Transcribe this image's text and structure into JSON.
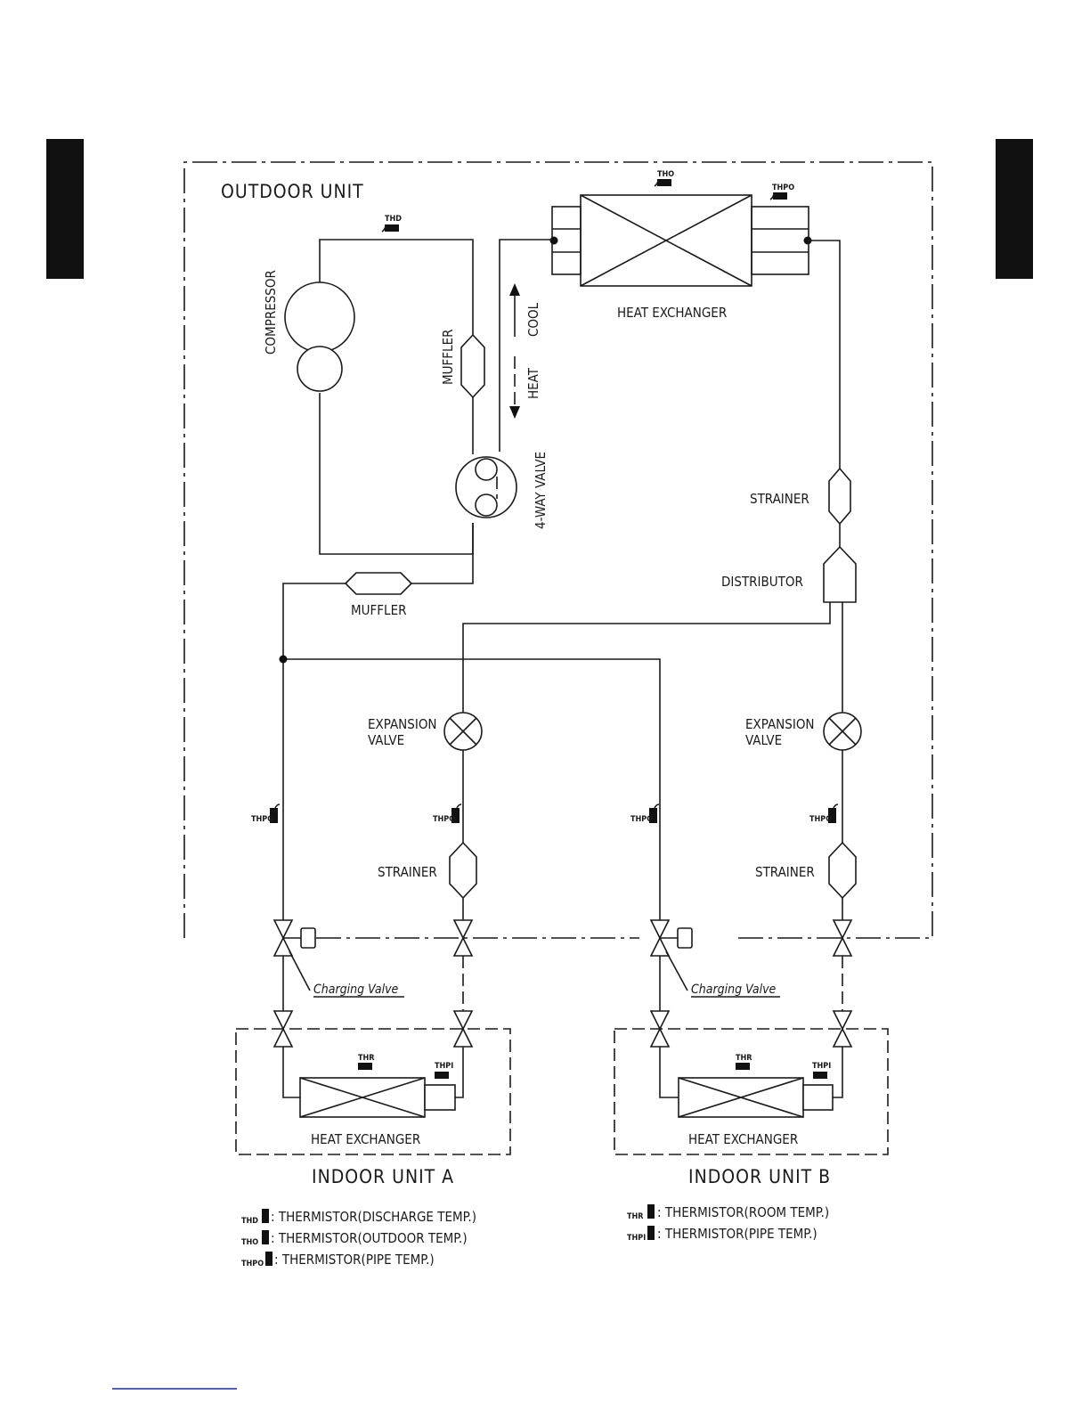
{
  "outdoor_unit": {
    "title": "OUTDOOR UNIT",
    "heat_exchanger_label": "HEAT EXCHANGER",
    "compressor_label": "COMPRESSOR",
    "muffler_top_label": "MUFFLER",
    "muffler_bottom_label": "MUFFLER",
    "four_way_valve_label": "4-WAY VALVE",
    "cool_label": "COOL",
    "heat_label": "HEAT",
    "strainer_top_label": "STRAINER",
    "distributor_label": "DISTRIBUTOR",
    "expansion_valve_a": [
      "EXPANSION",
      "VALVE"
    ],
    "expansion_valve_b": [
      "EXPANSION",
      "VALVE"
    ],
    "strainer_a_label": "STRAINER",
    "strainer_b_label": "STRAINER",
    "charging_valve_a": "Charging Valve",
    "charging_valve_b": "Charging Valve",
    "thermistor_tags": {
      "discharge": "THD",
      "outdoor": "THO",
      "pipe_outdoor_hx": "THPO",
      "pipe_line_1": "THPO",
      "pipe_line_2": "THPO",
      "pipe_line_3": "THPO",
      "pipe_line_4": "THPO"
    }
  },
  "indoor_unit_a": {
    "title": "INDOOR UNIT A",
    "heat_exchanger_label": "HEAT EXCHANGER",
    "room_tag": "THR",
    "pipe_tag": "THPI"
  },
  "indoor_unit_b": {
    "title": "INDOOR UNIT B",
    "heat_exchanger_label": "HEAT EXCHANGER",
    "room_tag": "THR",
    "pipe_tag": "THPI"
  },
  "legend_left": [
    {
      "tag": "THD",
      "text": ": THERMISTOR(DISCHARGE TEMP.)"
    },
    {
      "tag": "THO",
      "text": ": THERMISTOR(OUTDOOR TEMP.)"
    },
    {
      "tag": "THPO",
      "text": ": THERMISTOR(PIPE TEMP.)"
    }
  ],
  "legend_right": [
    {
      "tag": "THR",
      "text": ": THERMISTOR(ROOM TEMP.)"
    },
    {
      "tag": "THPI",
      "text": ": THERMISTOR(PIPE TEMP.)"
    }
  ],
  "colors": {
    "line": "#1a1a1a",
    "tab": "#111111",
    "footer_rule": "#1f2d8a"
  }
}
